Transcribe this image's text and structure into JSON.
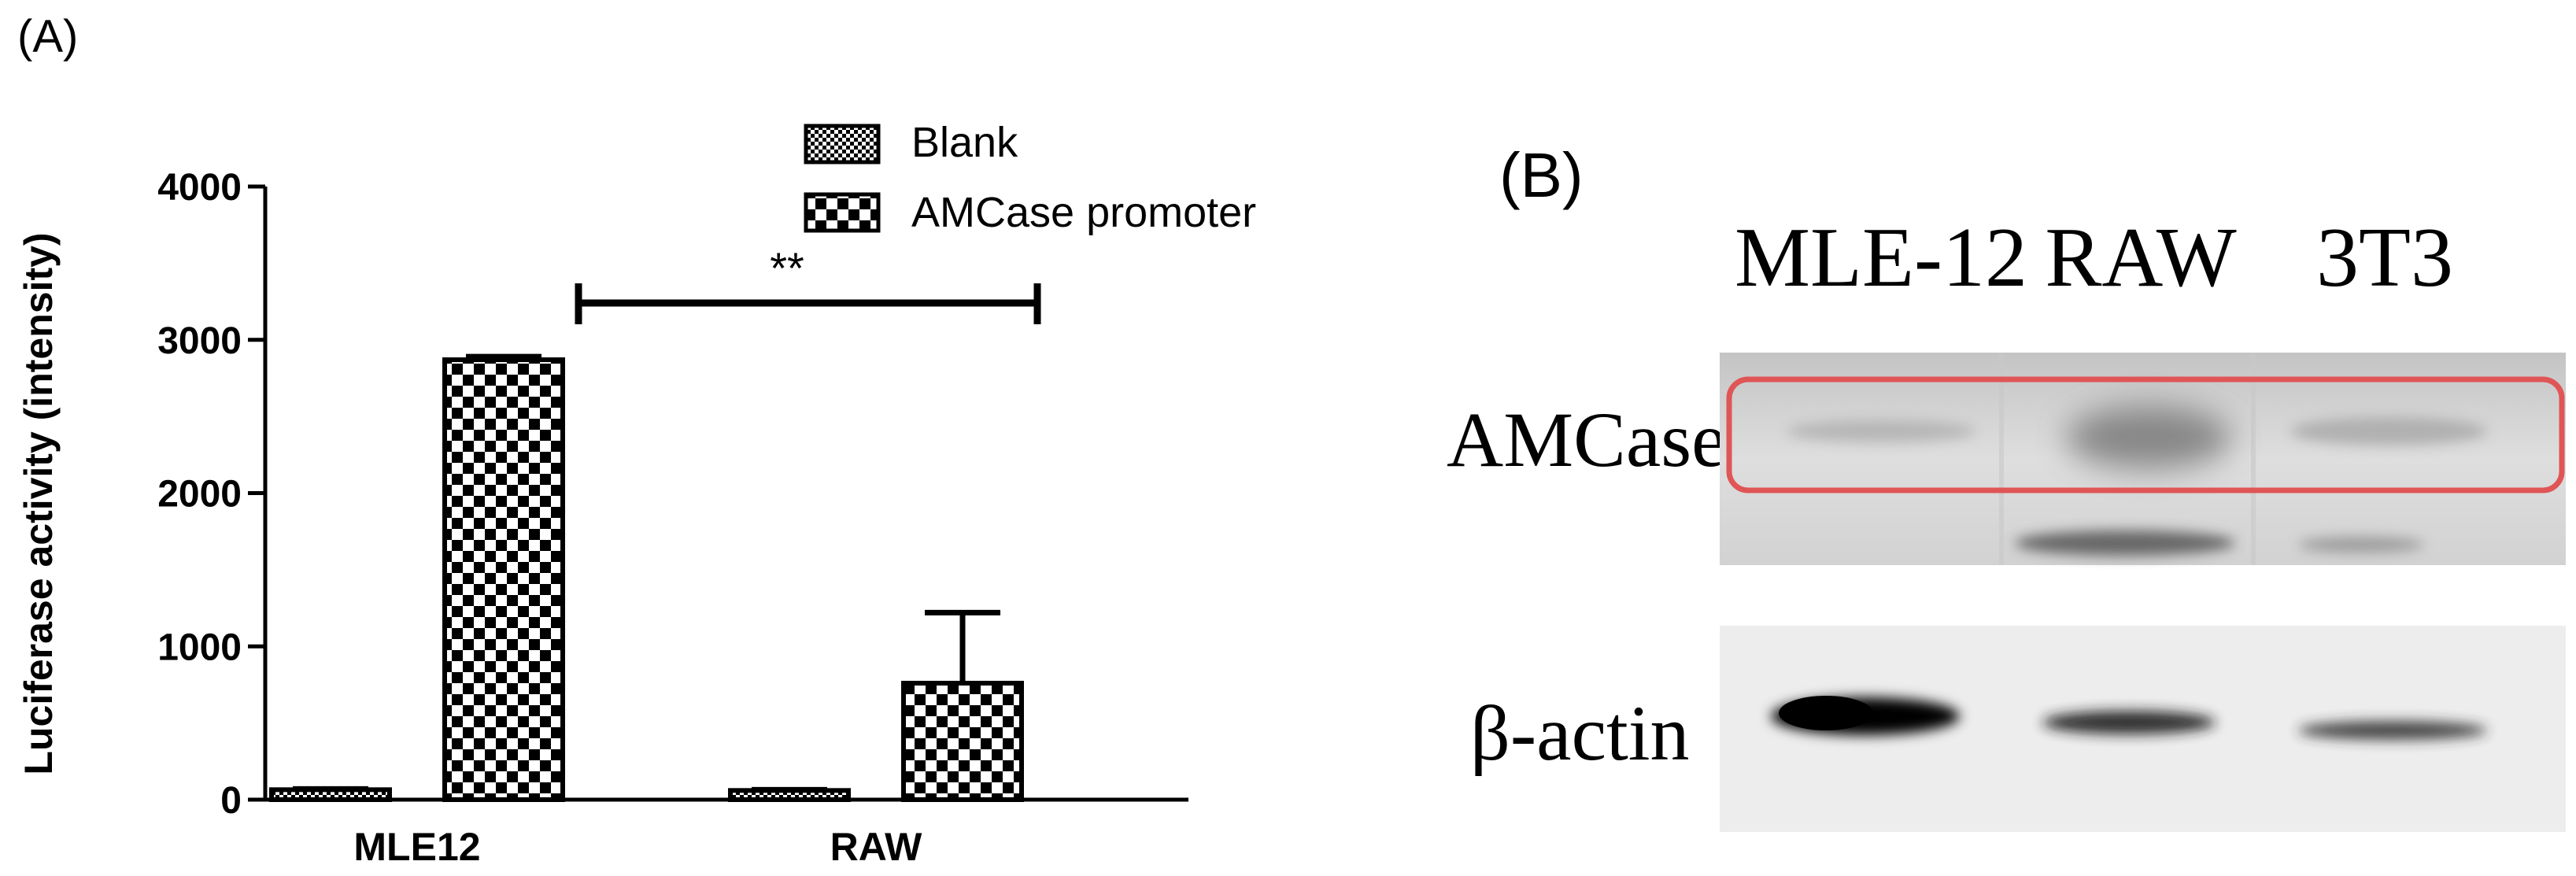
{
  "panel_a": {
    "label": "(A)",
    "significance": "**",
    "legend": [
      "Blank",
      "AMCase promoter"
    ]
  },
  "panel_b": {
    "label": "(B)",
    "lanes": [
      "MLE-12",
      "RAW",
      "3T3"
    ],
    "rows": [
      "AMCase",
      "β-actin"
    ],
    "highlight_color": "#e05555",
    "band_intensity": {
      "AMCase": [
        0.15,
        0.45,
        0.25
      ],
      "beta_actin": [
        1.0,
        0.75,
        0.65
      ]
    }
  },
  "chart_data": {
    "type": "bar",
    "categories": [
      "MLE12",
      "RAW"
    ],
    "series": [
      {
        "name": "Blank",
        "values": [
          65,
          60
        ],
        "errors": [
          5,
          5
        ],
        "pattern": "fine-checker"
      },
      {
        "name": "AMCase promoter",
        "values": [
          2870,
          760
        ],
        "errors": [
          20,
          460
        ],
        "pattern": "coarse-checker"
      }
    ],
    "ylabel": "Luciferase activity (intensity)",
    "xlabel": "",
    "ylim": [
      0,
      4000
    ],
    "yticks": [
      0,
      1000,
      2000,
      3000,
      4000
    ],
    "legend_position": "top",
    "significance_bracket": {
      "between": [
        "MLE12",
        "RAW"
      ],
      "series": "AMCase promoter",
      "label": "**"
    }
  }
}
